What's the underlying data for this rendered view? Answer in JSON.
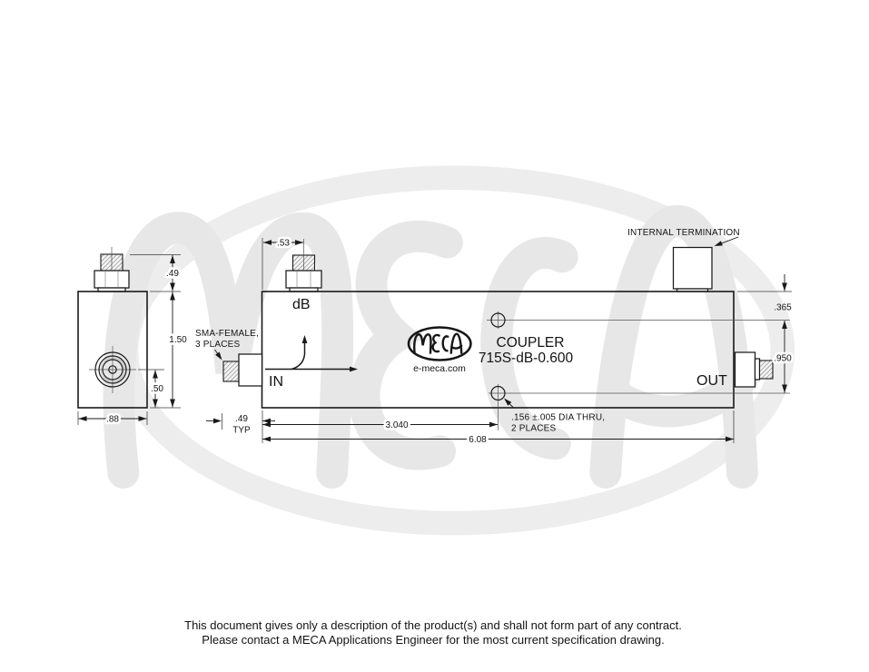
{
  "product": {
    "heading": "COUPLER",
    "model": "715S-dB-0.600",
    "website": "e-meca.com",
    "brand": "MECA"
  },
  "ports": {
    "input": "IN",
    "output": "OUT",
    "coupled": "dB"
  },
  "callouts": {
    "internal_termination": "INTERNAL TERMINATION",
    "connector_type_line1": "SMA-FEMALE,",
    "connector_type_line2": "3 PLACES",
    "mounting_hole_line1": ".156 ±.005 DIA THRU,",
    "mounting_hole_line2": "2 PLACES"
  },
  "dimensions": {
    "end_view": {
      "connector_height": ".49",
      "body_height": "1.50",
      "connector_center_from_bottom": ".50",
      "body_width": ".88"
    },
    "side_view": {
      "coupled_port_from_left": ".53",
      "connector_protrusion": ".49",
      "connector_protrusion_qualifier": "TYP",
      "hole_center_from_left": "3.040",
      "overall_length": "6.08",
      "upper_hole_from_top": ".365",
      "hole_to_hole": ".950"
    }
  },
  "footer": {
    "line1": "This document gives only a description of the product(s) and shall not form part of any contract.",
    "line2": "Please contact a MECA Applications Engineer for the most current specification drawing."
  },
  "colors": {
    "line": "#1a1a1a",
    "watermark": "#e9e9e9",
    "background": "#ffffff"
  }
}
